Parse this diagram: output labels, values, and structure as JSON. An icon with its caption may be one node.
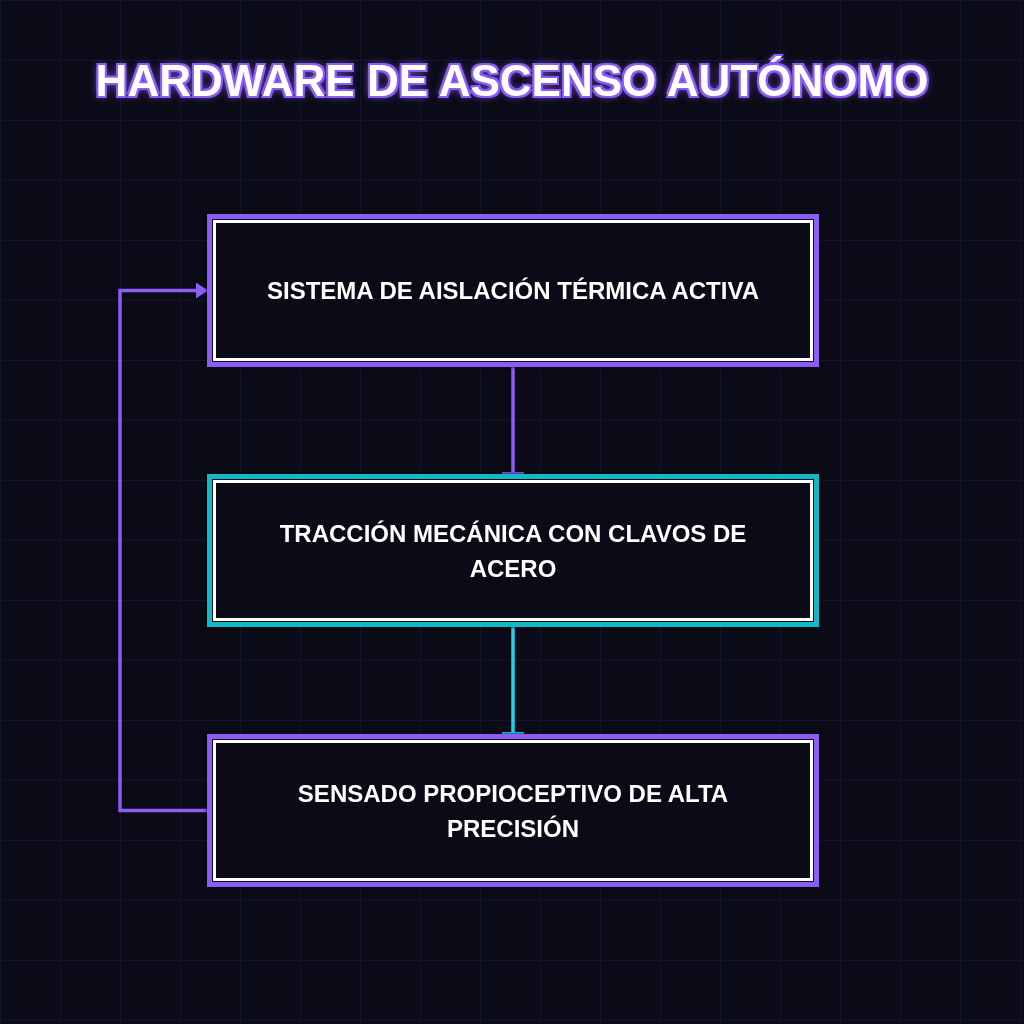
{
  "diagram": {
    "title": "HARDWARE DE ASCENSO AUTÓNOMO",
    "nodes": [
      {
        "text": [
          "SISTEMA DE AISLACIÓN TÉRMICA ACTIVA"
        ]
      },
      {
        "text": [
          "TRACCIÓN MECÁNICA CON CLAVOS DE ACERO"
        ]
      },
      {
        "text": [
          "SENSADO PROPIOCEPTIVO DE ALTA PRECISIÓN"
        ]
      }
    ],
    "edges": [
      {
        "from": 0,
        "to": 1,
        "arrow": "other"
      },
      {
        "from": 1,
        "to": 2,
        "arrow": "other",
        "color": "#22d3ee"
      },
      {
        "from": 2,
        "to": 0,
        "arrow": "to"
      }
    ]
  }
}
